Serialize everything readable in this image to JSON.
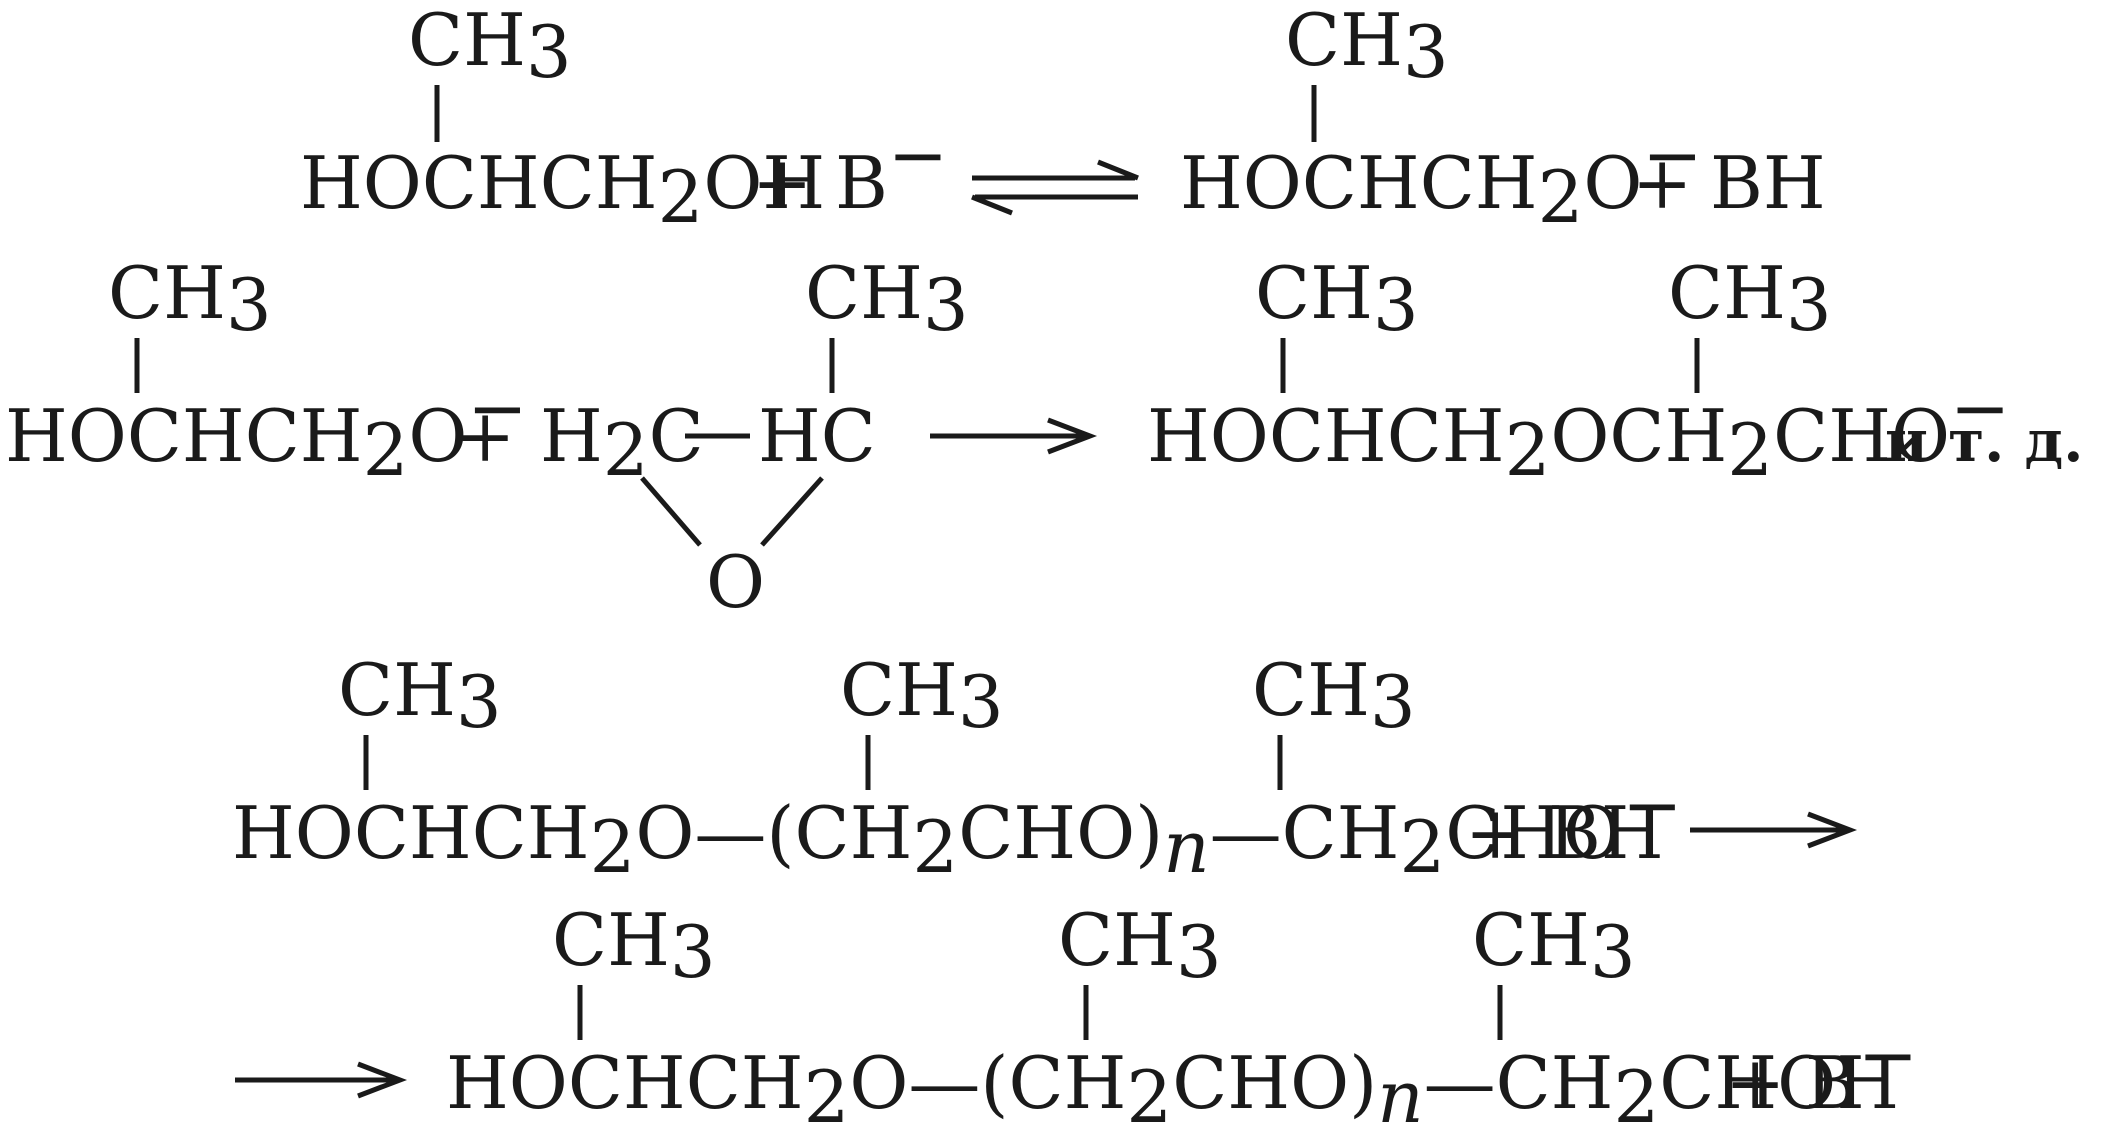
{
  "reactions": [
    {
      "id": "r1",
      "reactant": {
        "main": "HOCHCH",
        "sub": "2",
        "tail": "OH",
        "branch": "CH",
        "branch_sub": "3"
      },
      "plus1": "+",
      "base": "B",
      "base_charge": "−",
      "product": {
        "main": "HOCHCH",
        "sub": "2",
        "tail": "O",
        "charge": "−",
        "branch": "CH",
        "branch_sub": "3"
      },
      "plus2": "+",
      "byproduct": "BH",
      "arrow": "equilibrium"
    },
    {
      "id": "r2",
      "reactant": {
        "main": "HOCHCH",
        "sub": "2",
        "tail": "O",
        "charge": "−",
        "branch": "CH",
        "branch_sub": "3"
      },
      "plus1": "+",
      "epoxide": {
        "c1": "H",
        "c1_sub": "2",
        "c1_tail": "C",
        "c2": "HC",
        "oxygen": "O",
        "branch": "CH",
        "branch_sub": "3"
      },
      "product": {
        "p1": "HOCHCH",
        "p1_sub": "2",
        "p2": "OCH",
        "p2_sub": "2",
        "p3": "CHO",
        "charge": "−",
        "branch": "CH",
        "branch_sub": "3"
      },
      "suffix": "и т. д.",
      "arrow": "forward"
    },
    {
      "id": "r3",
      "reactant": {
        "a": "HOCHCH",
        "a_sub": "2",
        "b": "O—(CH",
        "b_sub": "2",
        "c": "CHO)",
        "n": "n",
        "d": "—CH",
        "d_sub": "2",
        "e": "CHO",
        "charge": "−",
        "branch": "CH",
        "branch_sub": "3"
      },
      "plus1": "+",
      "reagent": "BH",
      "arrow": "forward"
    },
    {
      "id": "r4",
      "product": {
        "a": "HOCHCH",
        "a_sub": "2",
        "b": "O—(CH",
        "b_sub": "2",
        "c": "CHO)",
        "n": "n",
        "d": "—CH",
        "d_sub": "2",
        "e": "CHOH",
        "branch": "CH",
        "branch_sub": "3"
      },
      "plus1": "+",
      "base": "B",
      "base_charge": "−",
      "arrow": "forward-leading"
    }
  ]
}
